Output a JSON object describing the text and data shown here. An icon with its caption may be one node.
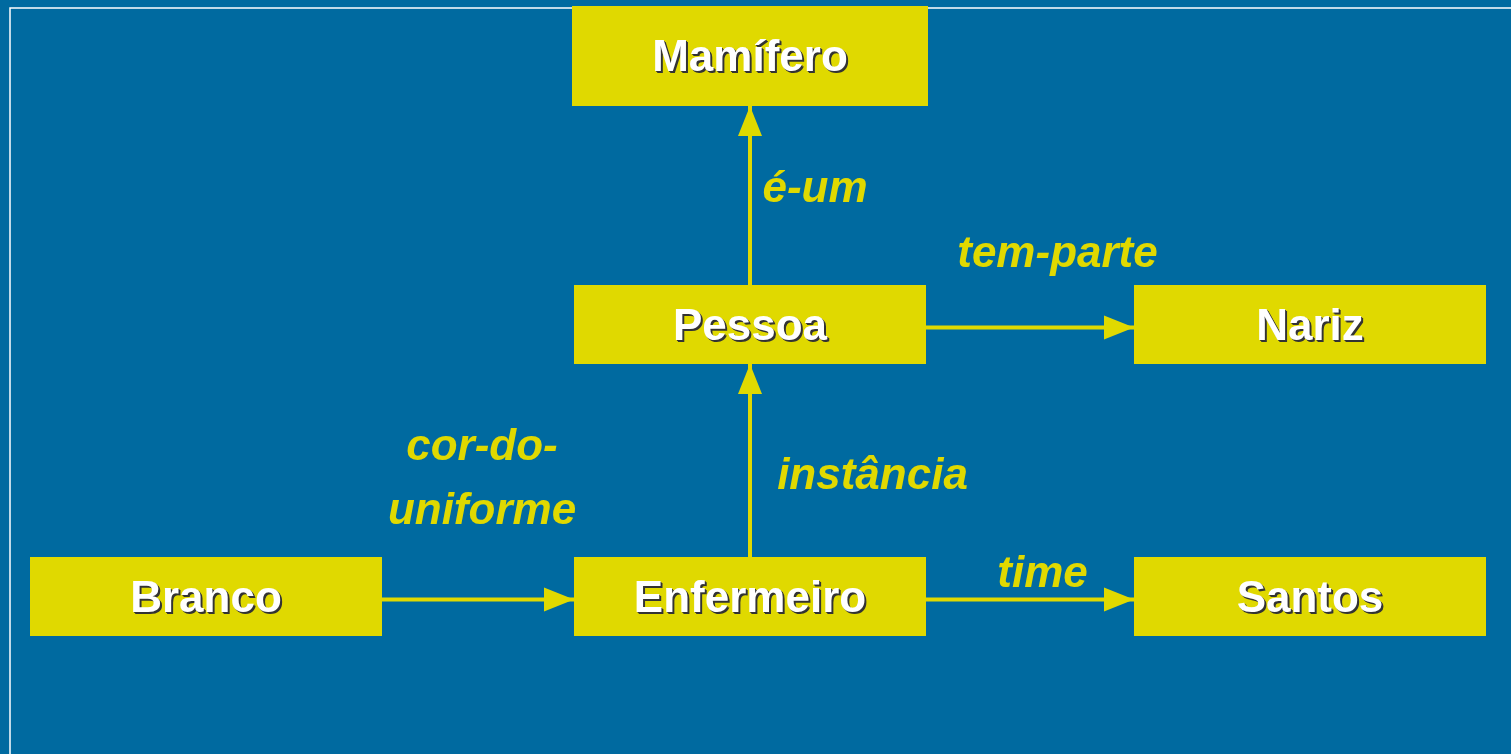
{
  "diagram": {
    "nodes": [
      {
        "text": [
          "Mamífero"
        ]
      },
      {
        "text": [
          "Pessoa"
        ]
      },
      {
        "text": [
          "Nariz"
        ]
      },
      {
        "text": [
          "Branco"
        ]
      },
      {
        "text": [
          "Enfermeiro"
        ]
      },
      {
        "text": [
          "Santos"
        ]
      }
    ],
    "edges": [
      {
        "from": 1,
        "to": 0,
        "arrow": "to",
        "label": "é-um"
      },
      {
        "from": 1,
        "to": 2,
        "arrow": "to",
        "label": "tem-parte"
      },
      {
        "from": 4,
        "to": 1,
        "arrow": "to",
        "label": "instância"
      },
      {
        "from": 3,
        "to": 4,
        "arrow": "to",
        "label": "cor-do-uniforme"
      },
      {
        "from": 4,
        "to": 5,
        "arrow": "to",
        "label": "time"
      }
    ]
  }
}
